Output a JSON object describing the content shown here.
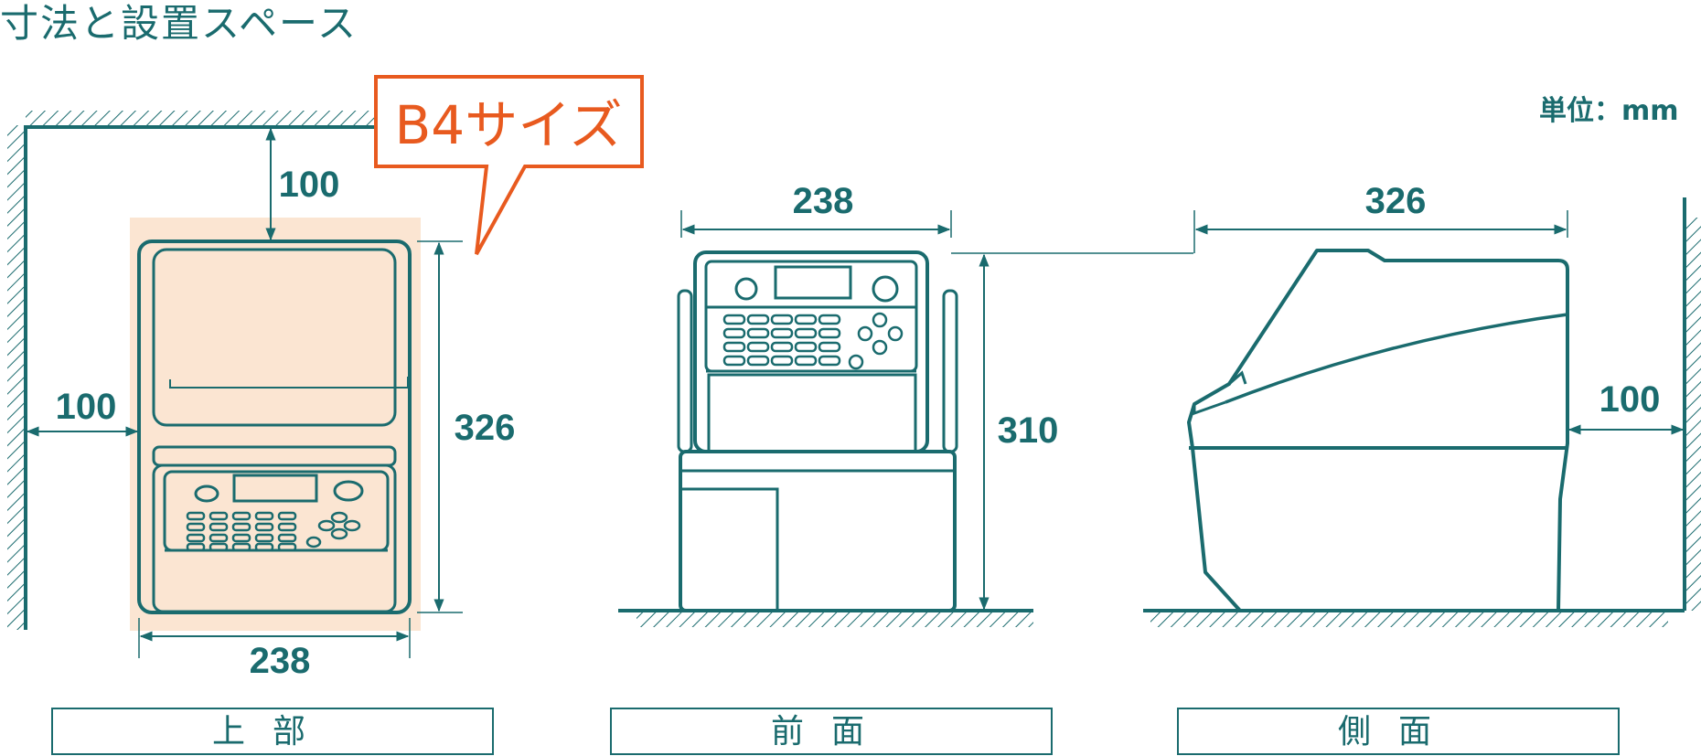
{
  "title": "寸法と設置スペース",
  "unit_label": "単位：mm",
  "callout": {
    "text": "B4サイズ"
  },
  "top_view": {
    "clearance_top": "100",
    "clearance_left": "100",
    "depth": "326",
    "width": "238",
    "caption": "上部"
  },
  "front_view": {
    "width": "238",
    "height": "310",
    "caption": "前面"
  },
  "side_view": {
    "depth": "326",
    "clearance_back": "100",
    "caption": "側面"
  },
  "colors": {
    "line": "#1a6b6e",
    "paper_area": "#fbe5d2",
    "callout": "#e85a1f"
  }
}
